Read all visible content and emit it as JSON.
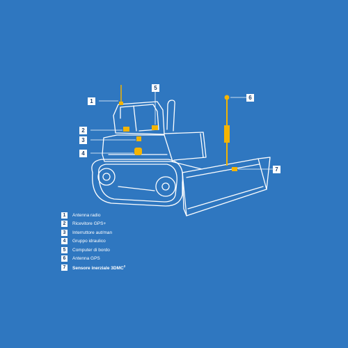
{
  "colors": {
    "background": "#2f77c0",
    "line": "#ffffff",
    "component": "#f5b400",
    "badge_text": "#1b3f6e"
  },
  "callouts": [
    "1",
    "2",
    "3",
    "4",
    "5",
    "6",
    "7"
  ],
  "legend": [
    {
      "num": "1",
      "label": "Antenna radio"
    },
    {
      "num": "2",
      "label": "Ricevitore GPS+"
    },
    {
      "num": "3",
      "label": "Interruttore aut/man"
    },
    {
      "num": "4",
      "label": "Gruppo idraulico"
    },
    {
      "num": "5",
      "label": "Computer di bordo"
    },
    {
      "num": "6",
      "label": "Antenna GPS"
    },
    {
      "num": "7",
      "label": "Sensore inerziale 3DMC",
      "superscript": "2"
    }
  ]
}
